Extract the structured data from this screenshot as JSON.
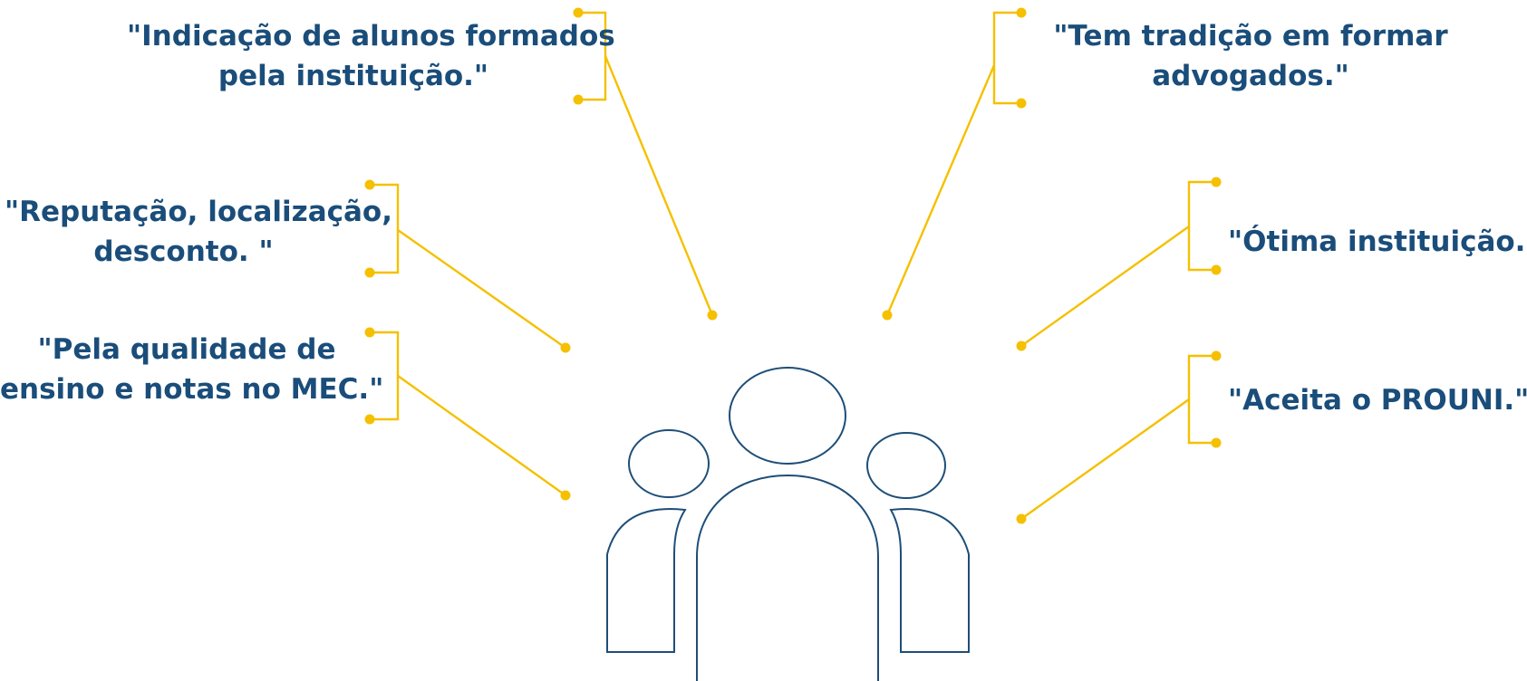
{
  "colors": {
    "connector": "#f5c000",
    "text": "#1a4d7a",
    "people_outline": "#1d4e78"
  },
  "center_icon": "group-of-people-icon",
  "quotes": [
    {
      "id": "q1",
      "lines": [
        "\"Indicação de alunos formados",
        "pela instituição.\""
      ]
    },
    {
      "id": "q2",
      "lines": [
        "\"Tem tradição em formar",
        "advogados.\""
      ]
    },
    {
      "id": "q3",
      "lines": [
        "\"Reputação, localização,",
        "desconto. \""
      ]
    },
    {
      "id": "q4",
      "lines": [
        "\"Ótima instituição.\""
      ]
    },
    {
      "id": "q5",
      "lines": [
        "\"Pela qualidade de",
        "ensino e notas no MEC.\""
      ]
    },
    {
      "id": "q6",
      "lines": [
        "\"Aceita o PROUNI.\""
      ]
    }
  ]
}
